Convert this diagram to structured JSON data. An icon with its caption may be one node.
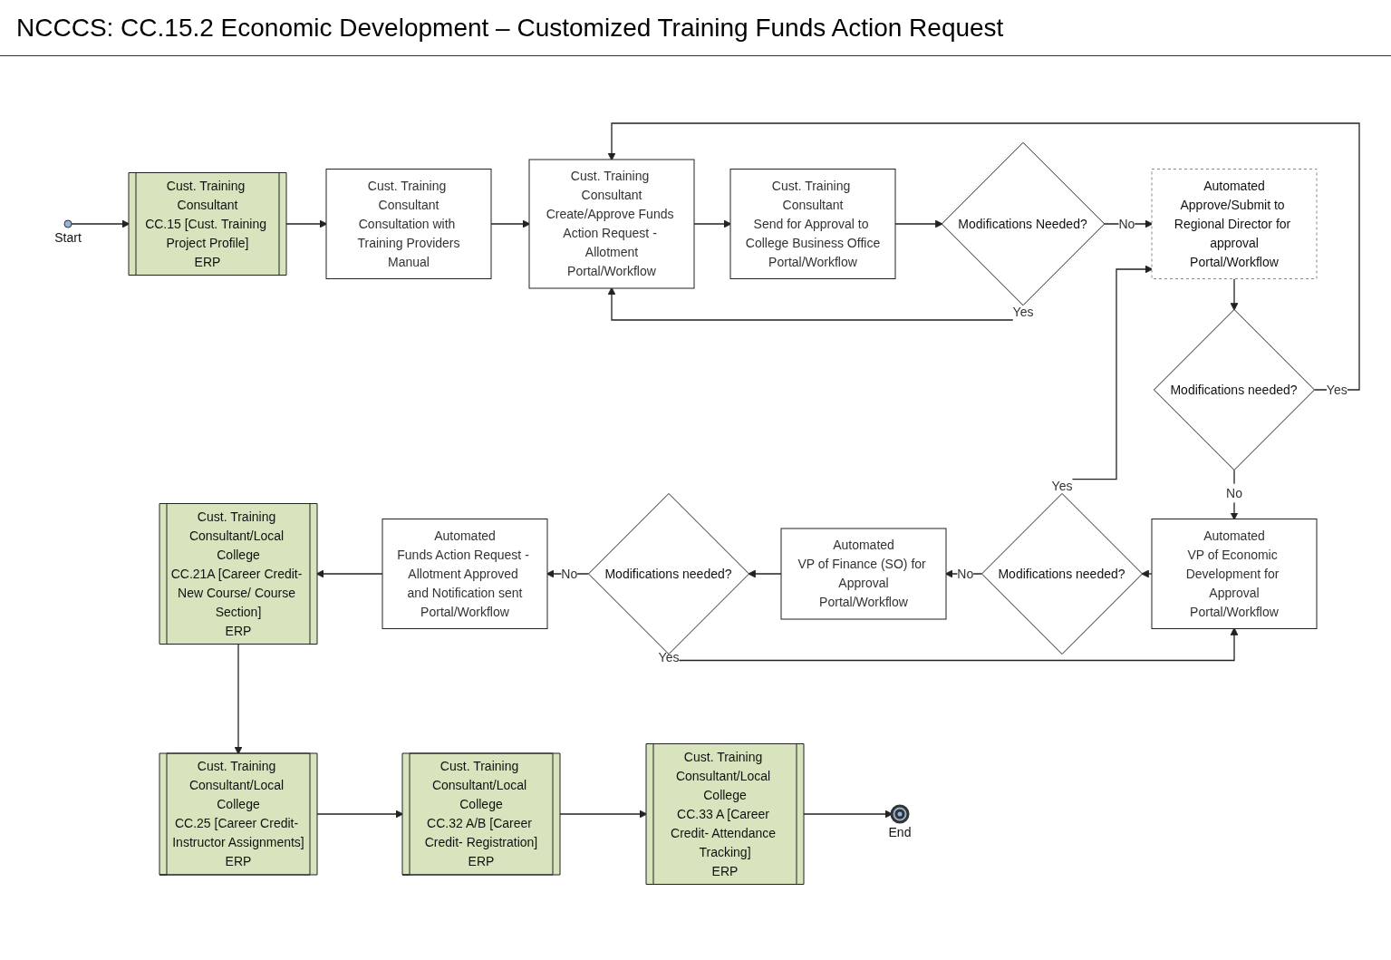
{
  "diagram": {
    "title": "NCCCS:  CC.15.2 Economic Development – Customized Training Funds Action Request",
    "nodes": [
      {
        "text": [],
        "shape": "circle",
        "beside": [
          "Start"
        ]
      },
      {
        "text": [
          "Cust. Training Consultant",
          "CC.15 [Cust. Training Project Profile]",
          "ERP"
        ]
      },
      {
        "text": [
          "Cust. Training Consultant",
          "Consultation with Training Providers",
          "Manual"
        ]
      },
      {
        "text": [
          "Cust. Training Consultant",
          "Create/Approve Funds Action Request - Allotment",
          "Portal/Workflow"
        ]
      },
      {
        "text": [
          "Cust. Training Consultant",
          "Send for Approval to College Business Office",
          "Portal/Workflow"
        ]
      },
      {
        "text": [
          "Modifications Needed?"
        ]
      },
      {
        "text": [
          "Automated",
          "Approve/Submit to Regional Director for approval",
          "Portal/Workflow"
        ]
      },
      {
        "text": [
          "Modifications needed?"
        ]
      },
      {
        "text": [
          "Automated",
          "VP of Economic Development for Approval",
          "Portal/Workflow"
        ]
      },
      {
        "text": [
          "Modifications needed?"
        ]
      },
      {
        "text": [
          "Automated",
          "VP of Finance (SO) for Approval",
          "Portal/Workflow"
        ]
      },
      {
        "text": [
          "Modifications needed?"
        ]
      },
      {
        "text": [
          "Automated",
          "Funds Action Request - Allotment Approved and Notification sent",
          "Portal/Workflow"
        ]
      },
      {
        "text": [
          "Cust. Training Consultant/Local College",
          "CC.21A [Career Credit- New Course/ Course Section]",
          "ERP"
        ]
      },
      {
        "text": [
          "Cust. Training Consultant/Local College",
          "CC.25 [Career Credit- Instructor Assignments]",
          "ERP"
        ]
      },
      {
        "text": [
          "Cust. Training Consultant/Local College",
          "CC.32 A/B [Career Credit- Registration]",
          "ERP"
        ]
      },
      {
        "text": [
          "Cust. Training Consultant/Local College",
          "CC.33 A [Career Credit- Attendance Tracking]",
          "ERP"
        ]
      },
      {
        "text": [],
        "shape": "circle",
        "beside": [
          "End"
        ]
      }
    ],
    "edges": [
      {
        "from": 0,
        "to": 1,
        "arrow": "to"
      },
      {
        "from": 1,
        "to": 2,
        "arrow": "to"
      },
      {
        "from": 2,
        "to": 3,
        "arrow": "to"
      },
      {
        "from": 3,
        "to": 4,
        "arrow": "to"
      },
      {
        "from": 4,
        "to": 5,
        "arrow": "to"
      },
      {
        "from": 5,
        "to": 6,
        "arrow": "to",
        "label": "No"
      },
      {
        "from": 5,
        "to": 3,
        "arrow": "to",
        "label": "Yes"
      },
      {
        "from": 6,
        "to": 7,
        "arrow": "to"
      },
      {
        "from": 7,
        "to": 3,
        "arrow": "to",
        "label": "Yes"
      },
      {
        "from": 7,
        "to": 8,
        "arrow": "to",
        "label": "No"
      },
      {
        "from": 8,
        "to": 9,
        "arrow": "to"
      },
      {
        "from": 9,
        "to": 10,
        "arrow": "to",
        "label": "No"
      },
      {
        "from": 9,
        "to": 6,
        "arrow": "to",
        "label": "Yes"
      },
      {
        "from": 10,
        "to": 11,
        "arrow": "to"
      },
      {
        "from": 11,
        "to": 12,
        "arrow": "to",
        "label": "No"
      },
      {
        "from": 11,
        "to": 8,
        "arrow": "to",
        "label": "Yes"
      },
      {
        "from": 12,
        "to": 13,
        "arrow": "to"
      },
      {
        "from": 13,
        "to": 14,
        "arrow": "to"
      },
      {
        "from": 14,
        "to": 15,
        "arrow": "to"
      },
      {
        "from": 15,
        "to": 16,
        "arrow": "to"
      },
      {
        "from": 16,
        "to": 17,
        "arrow": "to"
      }
    ]
  }
}
